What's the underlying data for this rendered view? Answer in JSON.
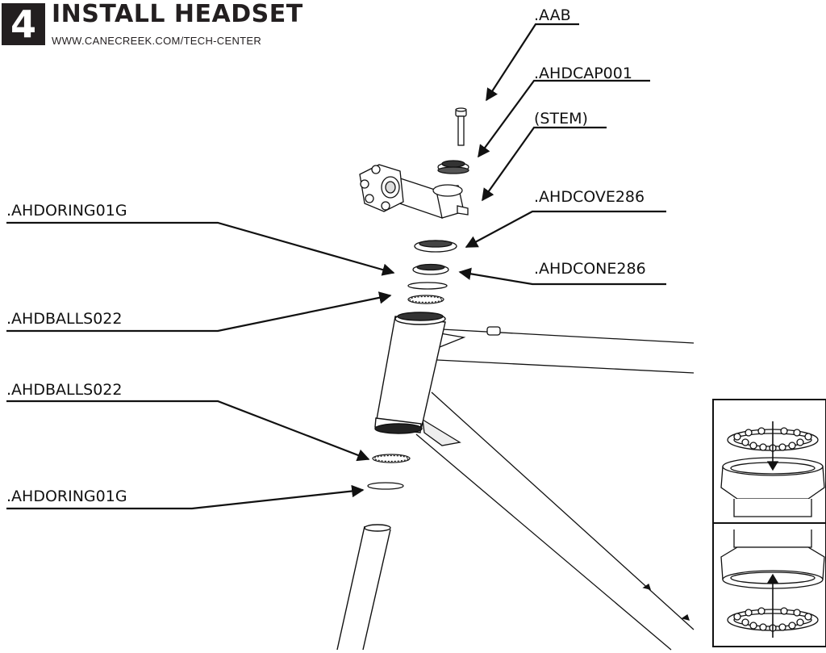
{
  "header": {
    "step_number": "4",
    "title": "INSTALL HEADSET",
    "url": "WWW.CANECREEK.COM/TECH-CENTER"
  },
  "callouts": {
    "aab": ".AAB",
    "top_cap": ".AHDCAP001",
    "stem": "(STEM)",
    "top_cover": ".AHDCOVE286",
    "upper_o_ring": ".AHDORING01G",
    "top_cone": ".AHDCONE286",
    "upper_balls": ".AHDBALLS022",
    "lower_balls": ".AHDBALLS022",
    "lower_o_ring": ".AHDORING01G"
  },
  "inset_icons": [
    "bearing-into-upper-cup",
    "bearing-into-lower-cup"
  ]
}
